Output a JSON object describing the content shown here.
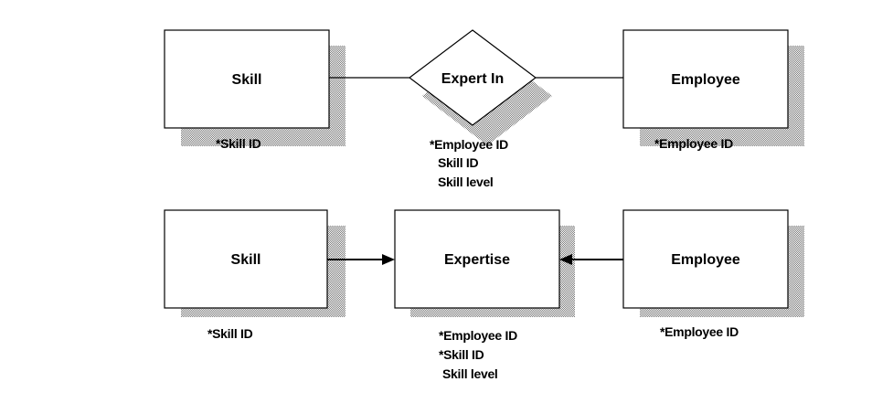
{
  "er_model": {
    "skill": {
      "title": "Skill",
      "attributes": [
        "*Skill ID"
      ]
    },
    "relationship": {
      "title": "Expert In",
      "attributes": [
        "*Employee ID",
        "Skill ID",
        "Skill level"
      ]
    },
    "employee": {
      "title": "Employee",
      "attributes": [
        "*Employee ID"
      ]
    }
  },
  "relational_model": {
    "skill": {
      "title": "Skill",
      "attributes": [
        "*Skill ID"
      ]
    },
    "expertise": {
      "title": "Expertise",
      "attributes": [
        "*Employee ID",
        "*Skill ID",
        "Skill level"
      ]
    },
    "employee": {
      "title": "Employee",
      "attributes": [
        "*Employee ID"
      ]
    }
  },
  "colors": {
    "stroke": "#000000",
    "fill": "#ffffff",
    "shadow": "#7a7a7a"
  }
}
